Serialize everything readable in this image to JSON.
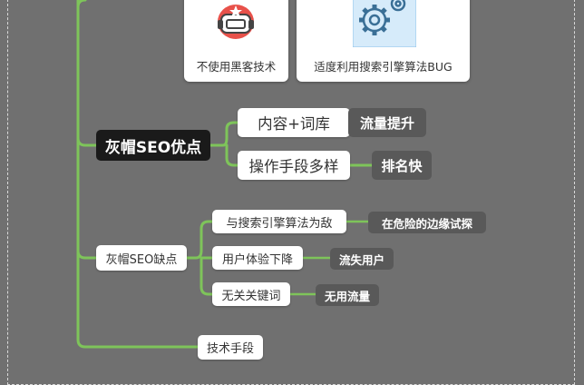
{
  "cards": [
    {
      "label": "不使用黑客技术",
      "icon": "hacker-robot-icon"
    },
    {
      "label": "适度利用搜索引擎算法BUG",
      "icon": "gears-icon"
    }
  ],
  "pros": {
    "title": "灰帽SEO优点",
    "items": [
      {
        "label": "内容+词库",
        "tag": "流量提升"
      },
      {
        "label": "操作手段多样",
        "tag": "排名快"
      }
    ]
  },
  "cons": {
    "title": "灰帽SEO缺点",
    "items": [
      {
        "label": "与搜索引擎算法为敌",
        "tag": "在危险的边缘试探"
      },
      {
        "label": "用户体验下降",
        "tag": "流失用户"
      },
      {
        "label": "无关关键词",
        "tag": "无用流量"
      }
    ]
  },
  "methods": {
    "title": "技术手段"
  },
  "colors": {
    "connector": "#7ec45a",
    "background": "#707070",
    "dark_node": "#1a1a1a",
    "tag": "#595959"
  }
}
